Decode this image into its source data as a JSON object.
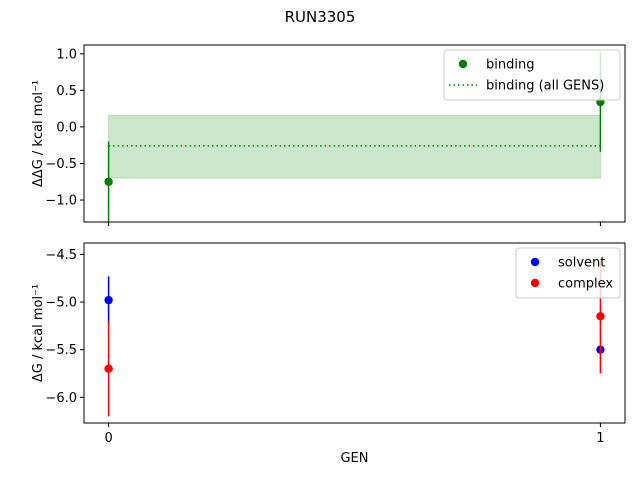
{
  "figure_title": "RUN3305",
  "chart_data": [
    {
      "type": "scatter",
      "panel": "top",
      "ylabel": "ΔΔG / kcal mol⁻¹",
      "xlabel": "",
      "x": [
        0,
        1
      ],
      "xlim": [
        -0.05,
        1.05
      ],
      "ylim": [
        -1.3,
        1.12
      ],
      "x_ticks": [
        0,
        1
      ],
      "y_ticks": [
        -1.0,
        -0.5,
        0.0,
        0.5,
        1.0
      ],
      "y_tick_labels": [
        "−1.0",
        "−0.5",
        "0.0",
        "0.5",
        "1.0"
      ],
      "grid": false,
      "legend_position": "top-right",
      "series": [
        {
          "name": "binding",
          "color": "#008000",
          "values": [
            -0.75,
            0.34
          ],
          "errors": [
            0.55,
            0.68
          ]
        }
      ],
      "summary": {
        "name": "binding (all GENS)",
        "color": "#008000",
        "value": -0.26,
        "band": [
          -0.7,
          0.16
        ]
      }
    },
    {
      "type": "scatter",
      "panel": "bottom",
      "ylabel": "ΔG / kcal mol⁻¹",
      "xlabel": "GEN",
      "x": [
        0,
        1
      ],
      "xlim": [
        -0.05,
        1.05
      ],
      "ylim": [
        -6.27,
        -4.38
      ],
      "x_ticks": [
        0,
        1
      ],
      "x_tick_labels": [
        "0",
        "1"
      ],
      "y_ticks": [
        -6.0,
        -5.5,
        -5.0,
        -4.5
      ],
      "y_tick_labels": [
        "−6.0",
        "−5.5",
        "−5.0",
        "−4.5"
      ],
      "grid": false,
      "legend_position": "top-right",
      "series": [
        {
          "name": "solvent",
          "color": "#0000ff",
          "values": [
            -4.98,
            -5.5
          ],
          "errors": [
            0.25,
            0.02
          ]
        },
        {
          "name": "complex",
          "color": "#ff0000",
          "values": [
            -5.7,
            -5.15
          ],
          "errors": [
            0.5,
            0.6
          ]
        }
      ]
    }
  ]
}
